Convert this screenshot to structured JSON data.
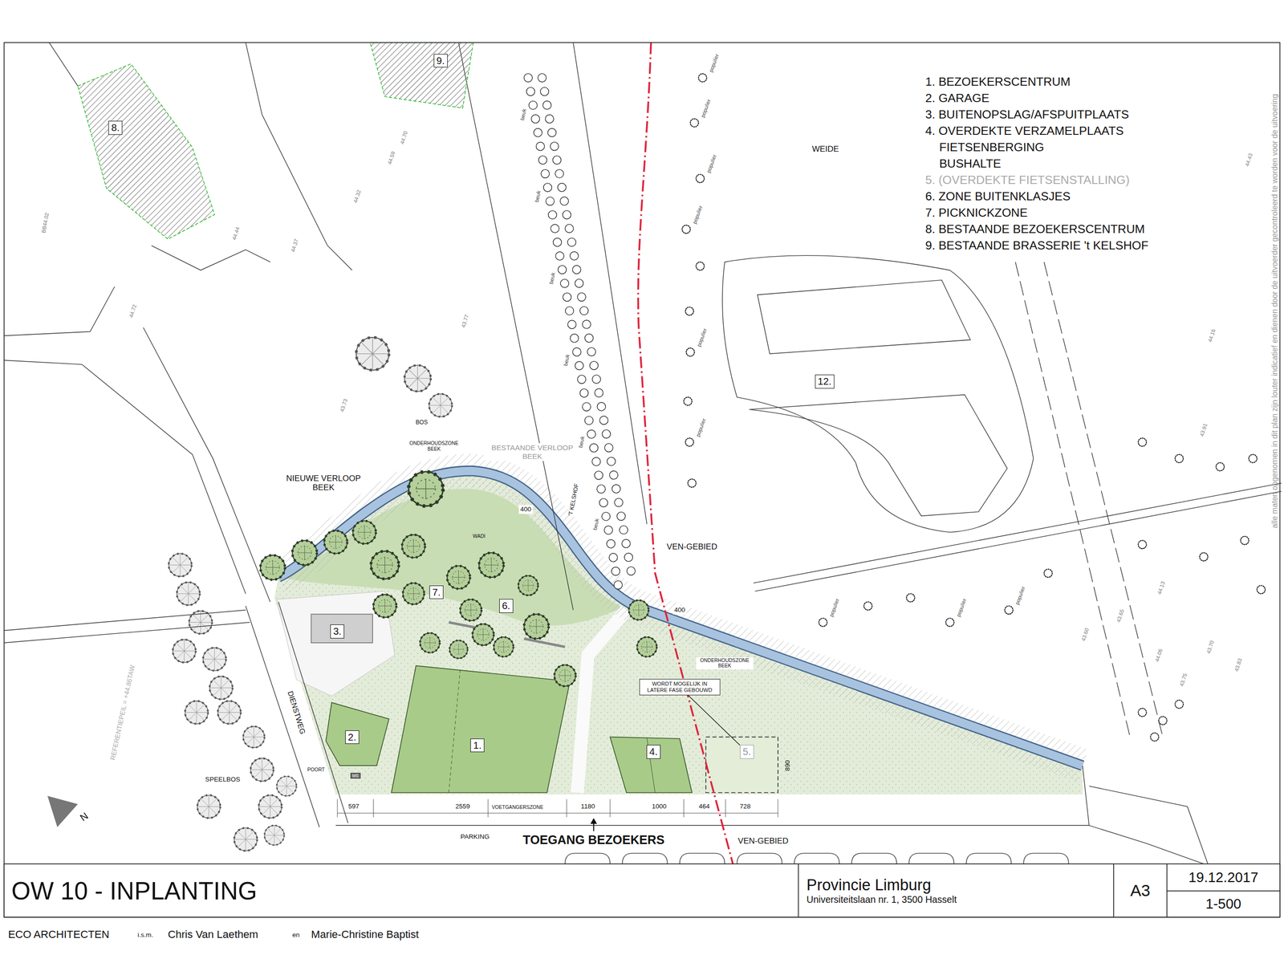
{
  "diagram": {
    "title": "OW 10 - INPLANTING",
    "nodes": [
      {
        "text": [
          "9."
        ]
      },
      {
        "text": [
          "8."
        ]
      },
      {
        "text": [
          "12."
        ]
      },
      {
        "text": [
          "7."
        ]
      },
      {
        "text": [
          "6."
        ]
      },
      {
        "text": [
          "3."
        ]
      },
      {
        "text": [
          "WORDT MOGELIJK IN LATERE FASE GEBOUWD"
        ]
      },
      {
        "text": [
          "2."
        ]
      },
      {
        "text": [
          "1."
        ]
      },
      {
        "text": [
          "4."
        ]
      },
      {
        "text": [
          "5."
        ]
      },
      {
        "text": [
          "MS"
        ]
      },
      {
        "text": [
          "Provincie Limburg",
          "Universiteitslaan nr. 1, 3500 Hasselt"
        ]
      },
      {
        "text": [
          "A3"
        ]
      },
      {
        "text": [
          "19.12.2017"
        ]
      },
      {
        "text": [
          "1-500"
        ]
      }
    ],
    "edges": [
      {
        "from": 6,
        "to": 10,
        "arrow": "none"
      }
    ],
    "labels": [
      "1. BEZOEKERSCENTRUM",
      "2. GARAGE",
      "3. BUITENOPSLAG/AFSPUITPLAATS",
      "4. OVERDEKTE VERZAMELPLAATS",
      "FIETSENBERGING",
      "BUSHALTE",
      "5. (OVERDEKTE FIETSENSTALLING)",
      "6. ZONE BUITENKLASJES",
      "7. PICKNICKZONE",
      "8. BESTAANDE BEZOEKERSCENTRUM",
      "9. BESTAANDE BRASSERIE 't KELSHOF",
      "alle maten opgenomen in dit plan zijn louter indicatief en dienen door de uitvoerder gecontroleerd te worden voor de uitvoering",
      "WEIDE",
      "BOS",
      "SPEELBOS",
      "DIENSTWEG",
      "POORT",
      "PARKING",
      "TOEGANG BEZOEKERS",
      "VEN-GEBIED",
      "VEN-GEBIED",
      "NIEUWE VERLOOP BEEK",
      "BESTAANDE VERLOOP BEEK",
      "ONDERHOUDSZONE BEEK",
      "ONDERHOUDSZONE BEEK",
      "400",
      "400",
      "'T KELSHOF",
      "WADI",
      "597",
      "2559",
      "VOETGANGERSZONE",
      "1180",
      "1000",
      "464",
      "728",
      "890",
      "REFERENTIEPEIL = +44.86TAW",
      "N",
      "ECO ARCHITECTEN",
      "i.s.m.",
      "Chris Van Laethem",
      "en",
      "Marie-Christine Baptist",
      "populier",
      "populier",
      "populier",
      "populier",
      "populier",
      "populier",
      "populier",
      "populier",
      "populier",
      "beuk",
      "beuk",
      "beuk",
      "beuk",
      "beuk",
      "beuk",
      "44.70",
      "44.59",
      "44.32",
      "44.37",
      "44.44",
      "44.72",
      "BB44.02",
      "43.73",
      "43.77",
      "44.43",
      "44.16",
      "43.91",
      "43.60",
      "43.65",
      "44.13",
      "44.06",
      "43.75",
      "43.70",
      "43.83"
    ]
  }
}
